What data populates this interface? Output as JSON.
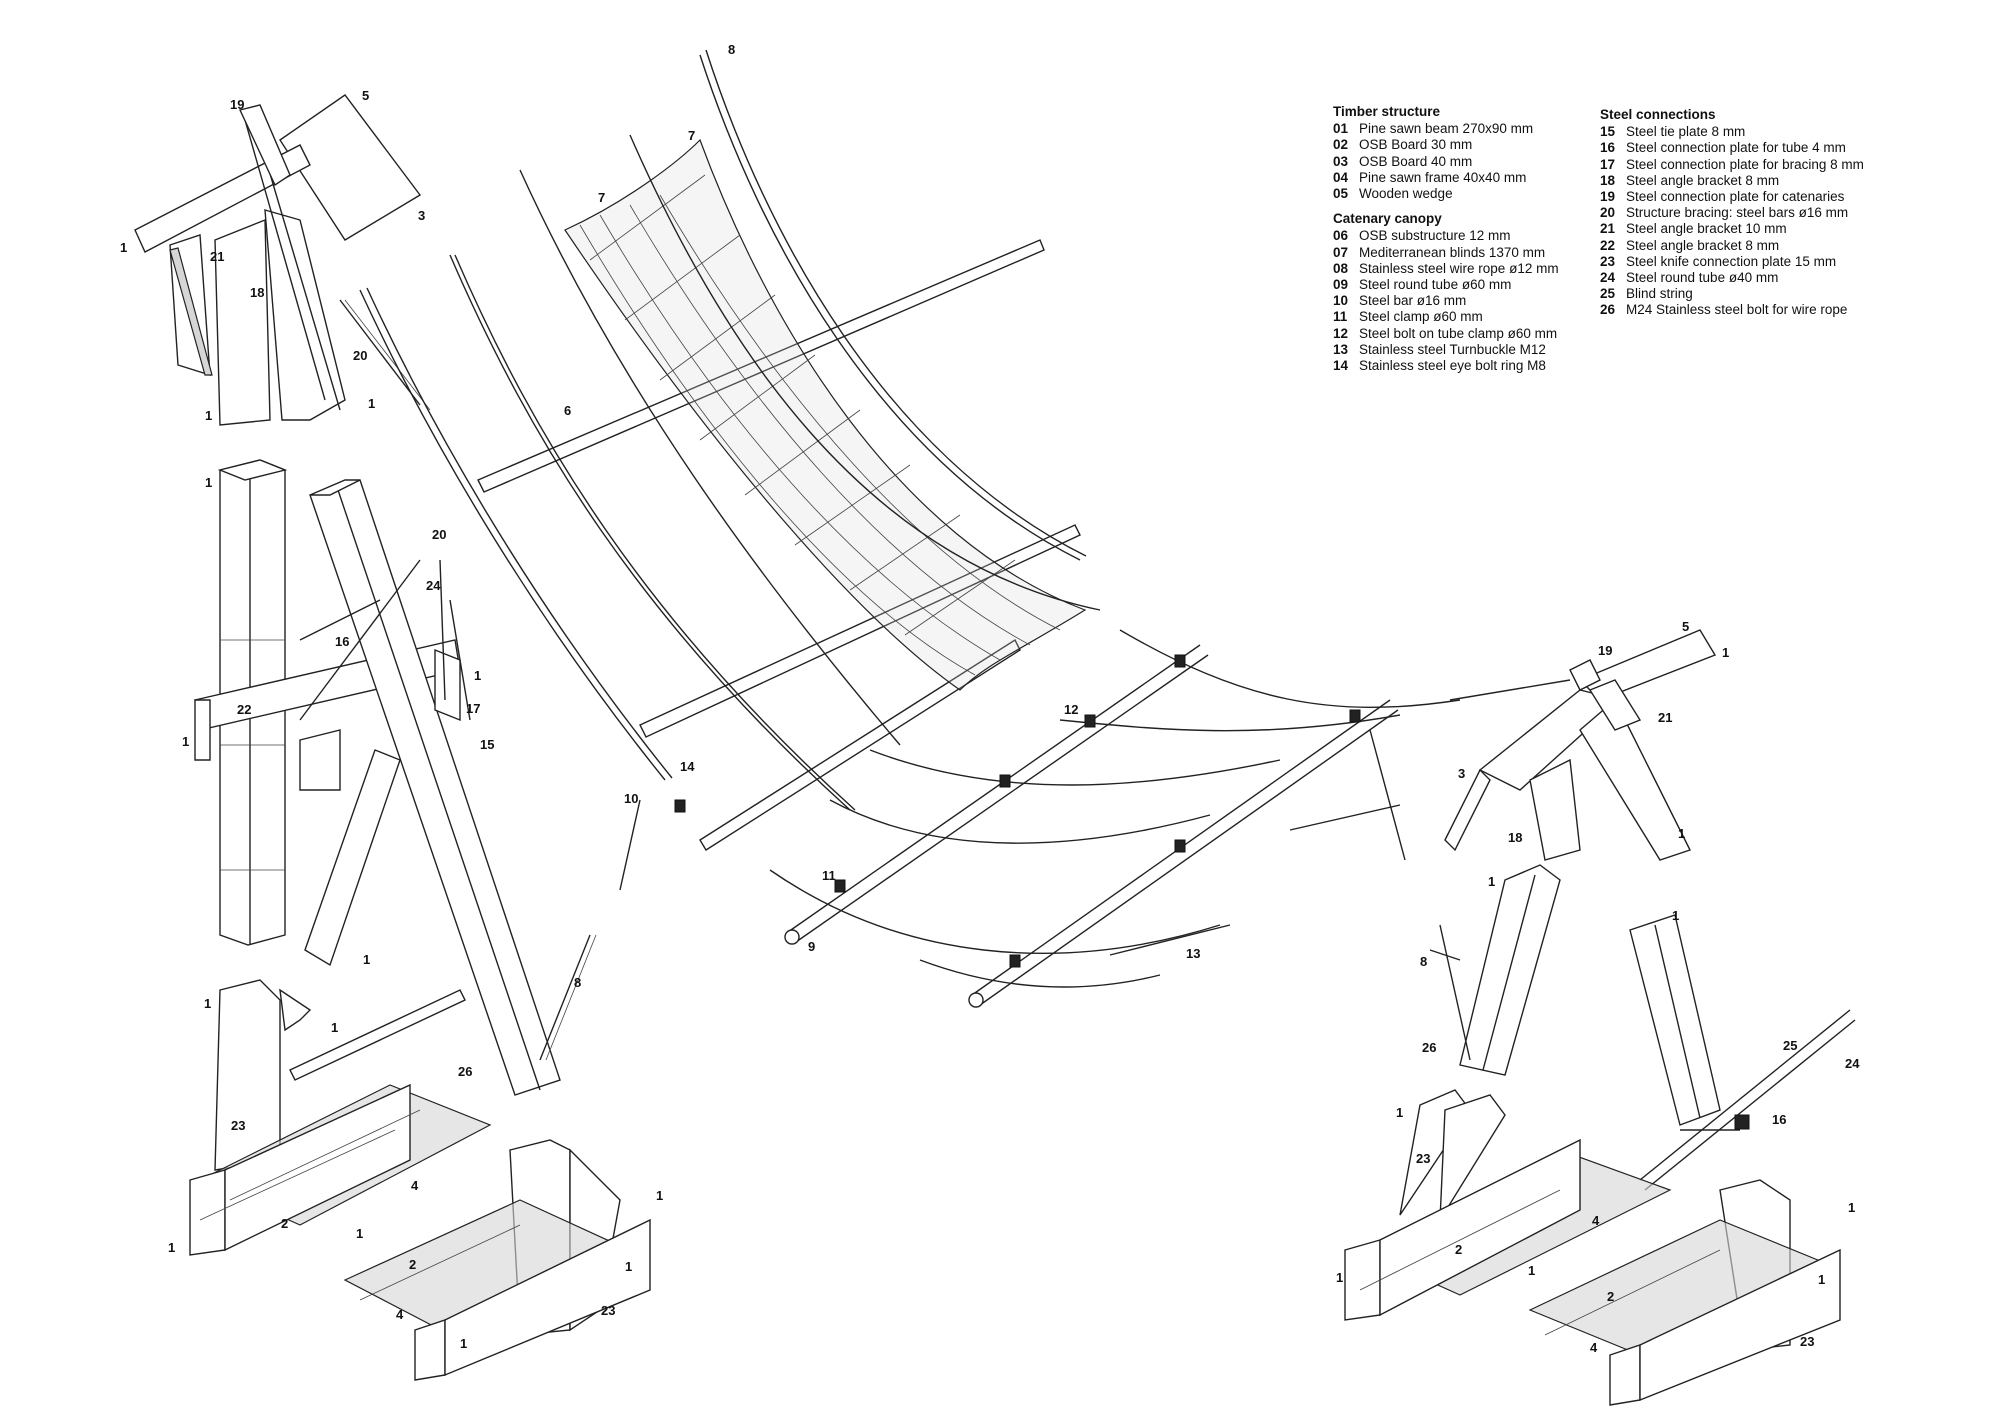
{
  "legend": {
    "timber": {
      "title": "Timber structure",
      "items": [
        {
          "code": "01",
          "text": "Pine sawn beam 270x90 mm"
        },
        {
          "code": "02",
          "text": "OSB Board 30 mm"
        },
        {
          "code": "03",
          "text": "OSB Board 40 mm"
        },
        {
          "code": "04",
          "text": "Pine sawn frame 40x40 mm"
        },
        {
          "code": "05",
          "text": "Wooden wedge"
        }
      ]
    },
    "canopy": {
      "title": "Catenary canopy",
      "items": [
        {
          "code": "06",
          "text": "OSB substructure 12 mm"
        },
        {
          "code": "07",
          "text": "Mediterranean blinds  1370 mm"
        },
        {
          "code": "08",
          "text": "Stainless steel wire rope ø12 mm"
        },
        {
          "code": "09",
          "text": "Steel round tube ø60 mm"
        },
        {
          "code": "10",
          "text": "Steel bar ø16 mm"
        },
        {
          "code": "11",
          "text": "Steel clamp ø60 mm"
        },
        {
          "code": "12",
          "text": "Steel bolt on tube clamp ø60 mm"
        },
        {
          "code": "13",
          "text": "Stainless steel Turnbuckle M12"
        },
        {
          "code": "14",
          "text": "Stainless steel eye bolt ring M8"
        }
      ]
    },
    "steel": {
      "title": "Steel connections",
      "items": [
        {
          "code": "15",
          "text": "Steel tie plate 8 mm"
        },
        {
          "code": "16",
          "text": "Steel connection plate for tube 4 mm"
        },
        {
          "code": "17",
          "text": "Steel connection plate for bracing 8 mm"
        },
        {
          "code": "18",
          "text": "Steel angle bracket 8 mm"
        },
        {
          "code": "19",
          "text": "Steel connection plate for catenaries"
        },
        {
          "code": "20",
          "text": "Structure bracing: steel bars ø16 mm"
        },
        {
          "code": "21",
          "text": "Steel angle bracket 10 mm"
        },
        {
          "code": "22",
          "text": "Steel angle bracket 8 mm"
        },
        {
          "code": "23",
          "text": "Steel knife connection plate 15 mm"
        },
        {
          "code": "24",
          "text": "Steel round tube ø40 mm"
        },
        {
          "code": "25",
          "text": "Blind string"
        },
        {
          "code": "26",
          "text": "M24 Stainless steel bolt for wire rope"
        }
      ]
    }
  },
  "callouts": {
    "c1": "1",
    "c2": "2",
    "c3": "3",
    "c4": "4",
    "c5": "5",
    "c6": "6",
    "c7": "7",
    "c8": "8",
    "c9": "9",
    "c10": "10",
    "c11": "11",
    "c12": "12",
    "c13": "13",
    "c14": "14",
    "c15": "15",
    "c16": "16",
    "c17": "17",
    "c18": "18",
    "c19": "19",
    "c20": "20",
    "c21": "21",
    "c22": "22",
    "c23": "23",
    "c24": "24",
    "c25": "25",
    "c26": "26"
  }
}
